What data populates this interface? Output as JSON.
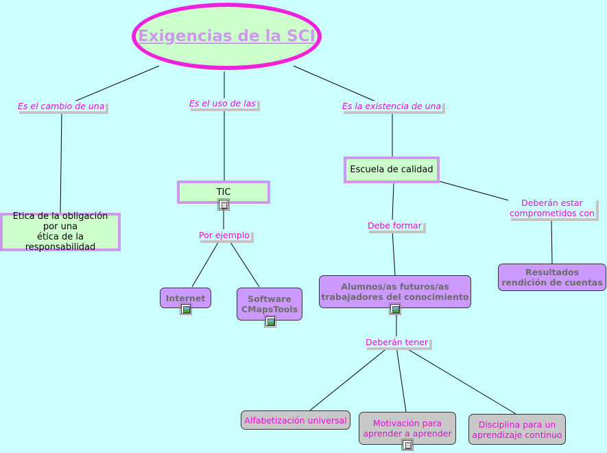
{
  "title": "Exigencias de la SCI",
  "nodes": {
    "etica": [
      "Etica de la obligación",
      "por una",
      "ética de la responsabilidad"
    ],
    "tic": "TIC",
    "escuela": "Escuela de calidad",
    "internet": "Internet",
    "software": [
      "Software",
      "CMapsTools"
    ],
    "alumnos": [
      "Alumnos/as futuros/as",
      "trabajadores del conocimiento"
    ],
    "resultados": [
      "Resultados",
      "rendición de cuentas"
    ],
    "alfabetizacion": "Alfabetización universal",
    "motivacion": [
      "Motivación para",
      "aprender a aprender"
    ],
    "disciplina": [
      "Disciplina para un",
      "aprendizaje continuo"
    ]
  },
  "links": {
    "cambio": "Es el cambio de una",
    "uso": "Es el uso de las",
    "existencia": "Es la existencia de una",
    "por_ejemplo": "Por ejemplo",
    "debe_formar": "Debe formar",
    "deberan_estar": [
      "Deberán estar",
      "comprometidos con"
    ],
    "deberan_tener": "Deberán tener"
  },
  "icons": {
    "tic_badge": "document-icon",
    "internet_badge": "image-icon",
    "software_badge": "image-icon",
    "alumnos_badge": "image-icon",
    "motivacion_badge": "document-icon"
  },
  "colors": {
    "background": "#ccffff",
    "ellipse_fill": "#ccffcc",
    "ellipse_border": "#ee22dd",
    "title_text": "#cc99ee",
    "green_box": "#ccffcc",
    "green_box_border": "#cc99ee",
    "purple_box": "#cc99ff",
    "gray_box": "#c8c8c8",
    "link_text": "#e010d0"
  }
}
